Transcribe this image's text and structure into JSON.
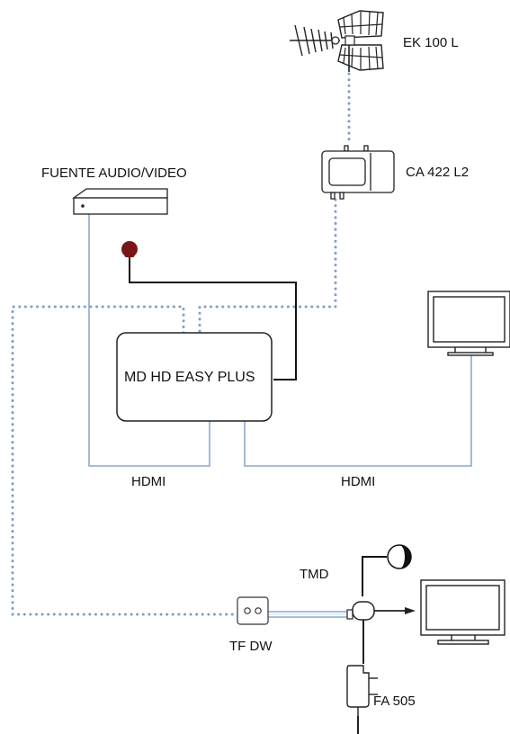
{
  "labels": {
    "antenna": "EK 100 L",
    "amplifier": "CA 422 L2",
    "source": "FUENTE AUDIO/VIDEO",
    "modulator": "MD HD EASY PLUS",
    "hdmi_left": "HDMI",
    "hdmi_right": "HDMI",
    "tmd": "TMD",
    "tf_dw": "TF DW",
    "power_supply": "FA 505"
  },
  "icons": {
    "antenna": "antenna-icon",
    "amplifier": "amplifier-icon",
    "source": "set-top-box-icon",
    "sensor": "ir-sensor-icon",
    "tv_top": "tv-icon",
    "tv_bottom": "tv-icon",
    "ir_receiver": "ir-receiver-icon",
    "wall_outlet": "wall-outlet-icon",
    "splitter": "tmd-splitter-icon",
    "power": "power-adapter-icon"
  },
  "colors": {
    "coax_dotted": "#7f9fc4",
    "hdmi_line": "#8aa8cc",
    "control_line": "#111111",
    "sensor_fill": "#7a1518",
    "outline": "#222222"
  }
}
